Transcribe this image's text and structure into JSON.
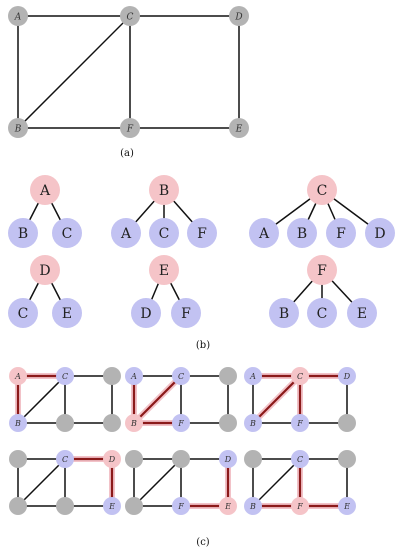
{
  "captions": {
    "a": "(a)",
    "b": "(b)",
    "c": "(c)"
  },
  "nodes": [
    "A",
    "B",
    "C",
    "D",
    "E",
    "F"
  ],
  "edges": [
    [
      "A",
      "B"
    ],
    [
      "A",
      "C"
    ],
    [
      "B",
      "C"
    ],
    [
      "C",
      "D"
    ],
    [
      "C",
      "F"
    ],
    [
      "B",
      "F"
    ],
    [
      "F",
      "E"
    ],
    [
      "D",
      "E"
    ]
  ],
  "trees": [
    {
      "root": "A",
      "children": [
        "B",
        "C"
      ]
    },
    {
      "root": "B",
      "children": [
        "A",
        "C",
        "F"
      ]
    },
    {
      "root": "C",
      "children": [
        "A",
        "B",
        "F",
        "D"
      ]
    },
    {
      "root": "D",
      "children": [
        "C",
        "E"
      ]
    },
    {
      "root": "E",
      "children": [
        "D",
        "F"
      ]
    },
    {
      "root": "F",
      "children": [
        "B",
        "C",
        "E"
      ]
    }
  ],
  "highlights": [
    {
      "center": "A",
      "neighbors": [
        "B",
        "C"
      ],
      "highlighted_edges": [
        [
          "A",
          "B"
        ],
        [
          "A",
          "C"
        ]
      ]
    },
    {
      "center": "B",
      "neighbors": [
        "A",
        "C",
        "F"
      ],
      "highlighted_edges": [
        [
          "A",
          "B"
        ],
        [
          "B",
          "C"
        ],
        [
          "B",
          "F"
        ]
      ]
    },
    {
      "center": "C",
      "neighbors": [
        "A",
        "B",
        "F",
        "D"
      ],
      "highlighted_edges": [
        [
          "A",
          "C"
        ],
        [
          "B",
          "C"
        ],
        [
          "C",
          "F"
        ],
        [
          "C",
          "D"
        ]
      ]
    },
    {
      "center": "D",
      "neighbors": [
        "C",
        "E"
      ],
      "highlighted_edges": [
        [
          "C",
          "D"
        ],
        [
          "D",
          "E"
        ]
      ]
    },
    {
      "center": "E",
      "neighbors": [
        "D",
        "F"
      ],
      "highlighted_edges": [
        [
          "D",
          "E"
        ],
        [
          "F",
          "E"
        ]
      ]
    },
    {
      "center": "F",
      "neighbors": [
        "B",
        "C",
        "E"
      ],
      "highlighted_edges": [
        [
          "B",
          "F"
        ],
        [
          "C",
          "F"
        ],
        [
          "F",
          "E"
        ]
      ]
    }
  ],
  "colors": {
    "default_node": "#b3b3b3",
    "center_node": "#f5c4c8",
    "neighbor_node": "#c2c2f2",
    "highlight_edge": "#8b1a1a"
  }
}
